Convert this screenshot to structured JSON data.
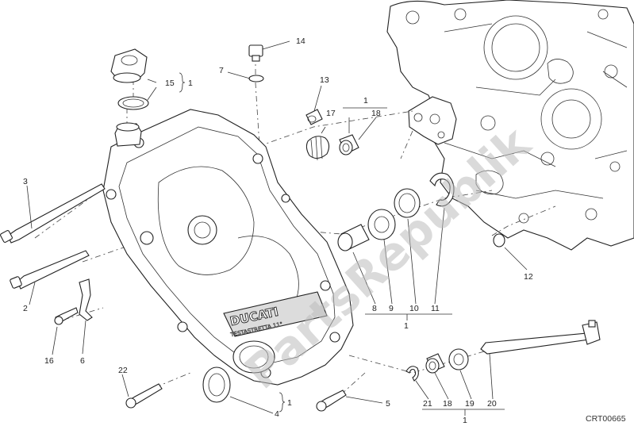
{
  "diagram": {
    "code": "CRT00665",
    "watermark": "PartsRepublik",
    "cover_brand": "DUCATI",
    "cover_sub": "TESTASTRETTA 11°"
  },
  "callouts": [
    "1",
    "1",
    "1",
    "1",
    "1",
    "1",
    "2",
    "3",
    "4",
    "5",
    "6",
    "7",
    "8",
    "9",
    "10",
    "11",
    "12",
    "13",
    "14",
    "15",
    "16",
    "17",
    "18",
    "18",
    "19",
    "20",
    "21",
    "22"
  ]
}
